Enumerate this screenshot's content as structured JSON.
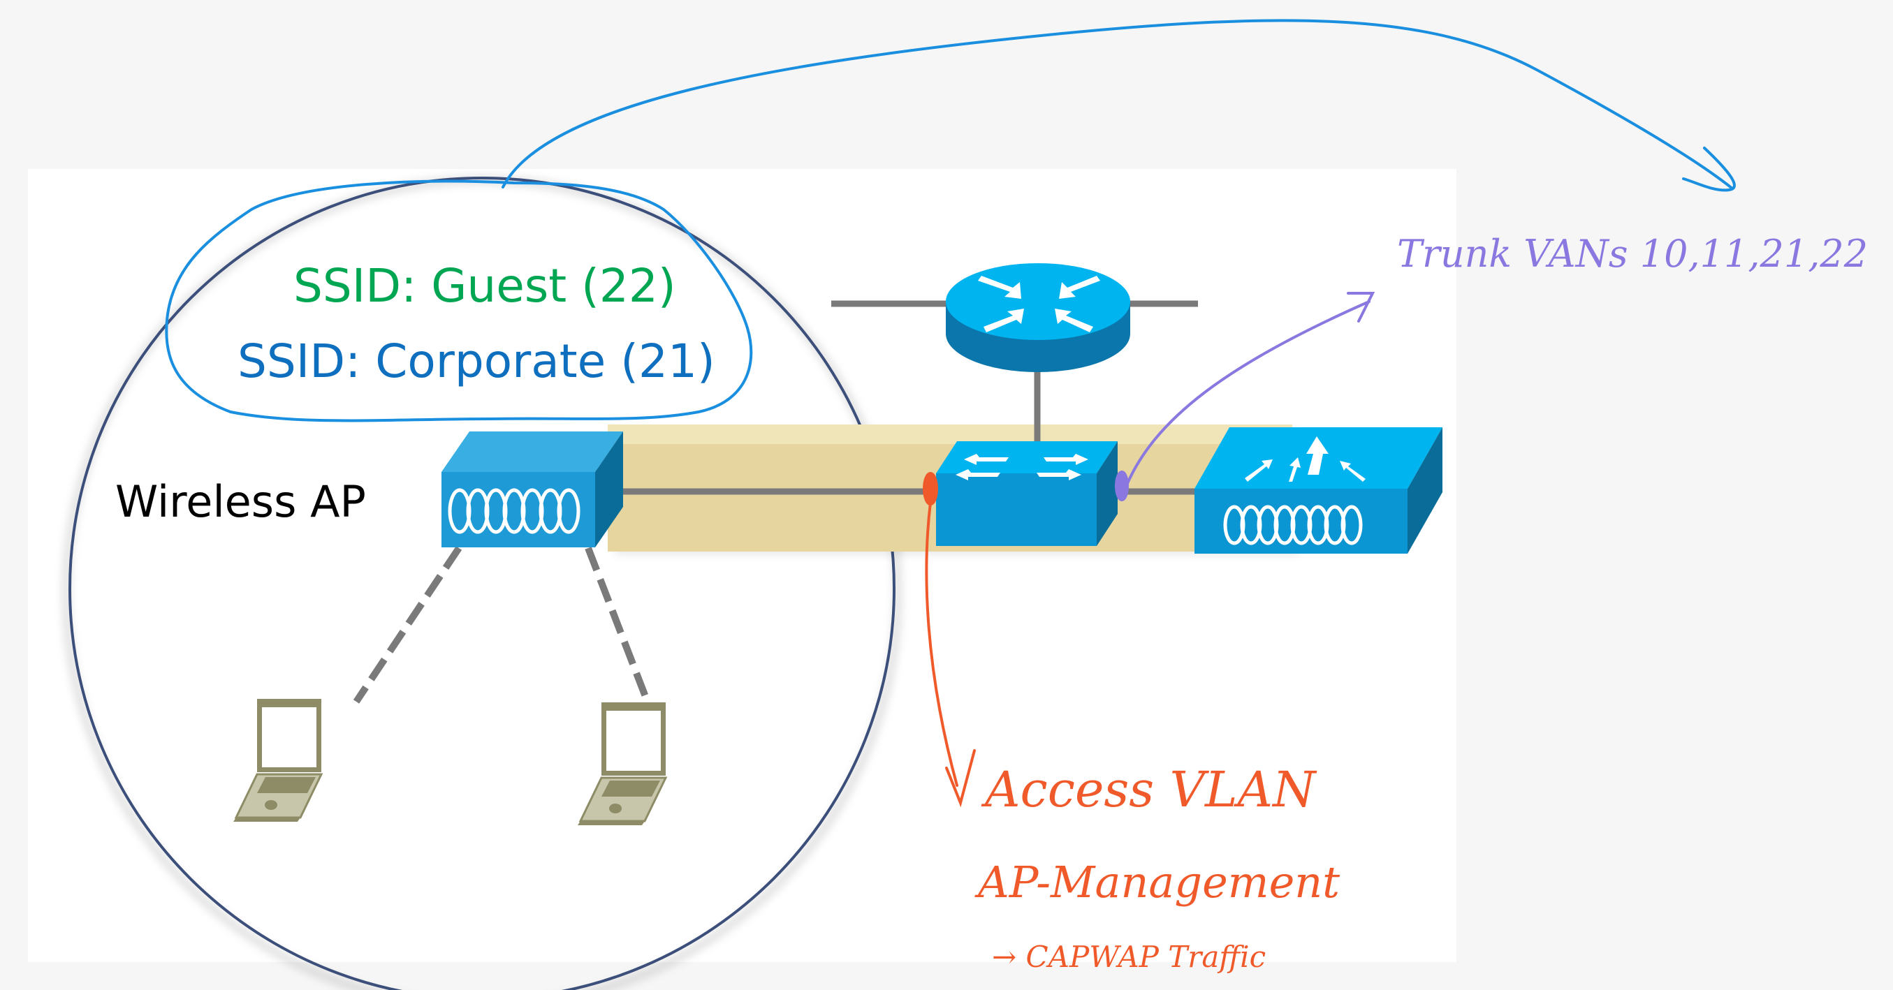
{
  "diagram": {
    "title": "Wireless AP VLAN / SSID mapping",
    "ssids": [
      {
        "label": "SSID: Guest (22)",
        "name": "Guest",
        "vlan": 22,
        "color": "#00a651"
      },
      {
        "label": "SSID: Corporate (21)",
        "name": "Corporate",
        "vlan": 21,
        "color": "#0f6fbf"
      }
    ],
    "ap_label": "Wireless AP",
    "devices": [
      {
        "id": "wireless-ap",
        "type": "access-point",
        "icon": "wireless-ap-icon"
      },
      {
        "id": "router",
        "type": "router",
        "icon": "router-icon"
      },
      {
        "id": "switch",
        "type": "switch",
        "icon": "switch-icon"
      },
      {
        "id": "wlc",
        "type": "wireless-lan-controller",
        "icon": "wlc-icon"
      },
      {
        "id": "laptop-1",
        "type": "laptop",
        "icon": "laptop-icon"
      },
      {
        "id": "laptop-2",
        "type": "laptop",
        "icon": "laptop-icon"
      }
    ],
    "annotations": {
      "trunk": {
        "text": "Trunk VANs 10,11,21,22",
        "color": "#8a78e0"
      },
      "access_vlan": {
        "text": "Access VLAN",
        "color": "#f05a2a"
      },
      "ap_management": {
        "text": "AP-Management",
        "color": "#f05a2a"
      },
      "capwap": {
        "text": "→ CAPWAP Traffic",
        "color": "#f05a2a"
      }
    },
    "colors": {
      "device_blue": "#1e9ad6",
      "device_top": "#39aee3",
      "device_side": "#0a6d99",
      "tunnel": "#e6d59e",
      "link": "#7a7a7a",
      "circle": "#3c4f7a",
      "pen_blue": "#1a8fe0"
    }
  }
}
